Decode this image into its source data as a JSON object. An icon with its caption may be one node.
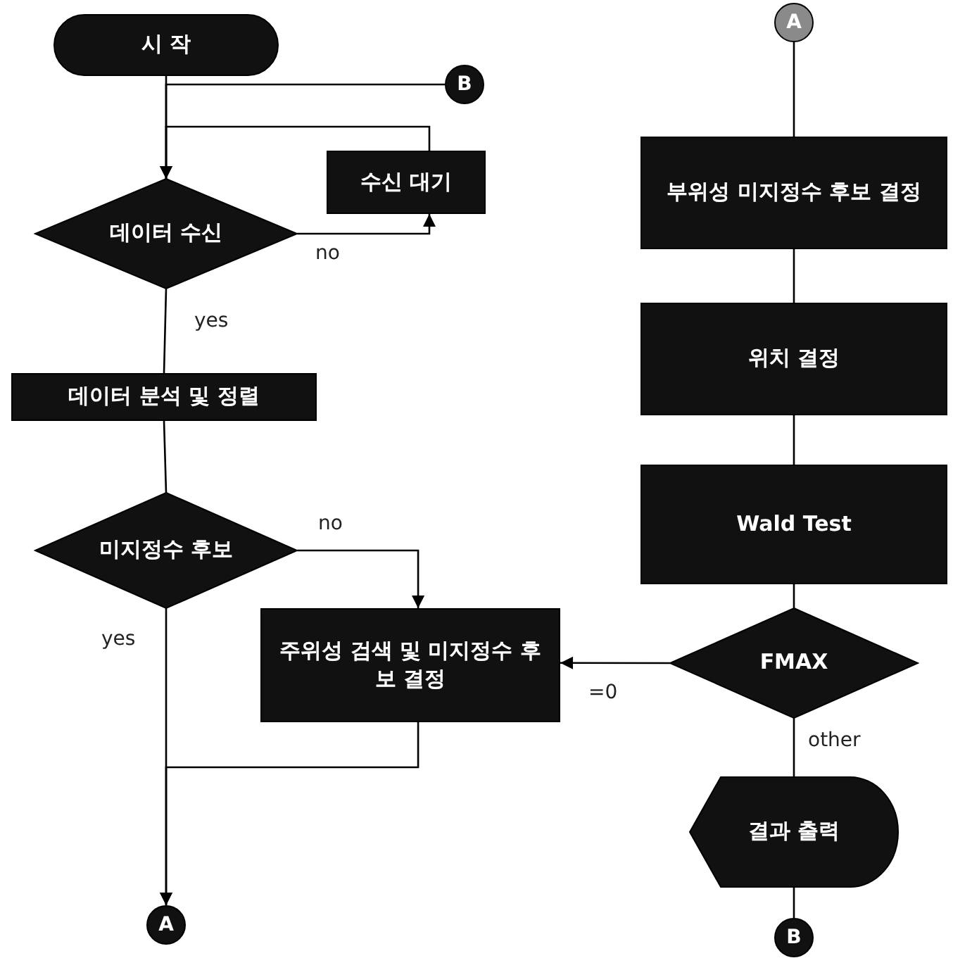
{
  "diagram": {
    "nodes": [
      {
        "text": [
          "시 작"
        ]
      },
      {
        "text": [
          "B"
        ]
      },
      {
        "text": [
          "수신 대기"
        ]
      },
      {
        "text": [
          "데이터 수신"
        ]
      },
      {
        "text": [
          "데이터 분석 및 정렬"
        ]
      },
      {
        "text": [
          "미지정수 후보"
        ]
      },
      {
        "text": [
          "주위성 검색 및 미지정수 후보 결정"
        ]
      },
      {
        "text": [
          "A"
        ]
      },
      {
        "text": [
          "A"
        ]
      },
      {
        "text": [
          "부위성 미지정수 후보 결정"
        ]
      },
      {
        "text": [
          "위치 결정"
        ]
      },
      {
        "text": [
          "Wald Test"
        ]
      },
      {
        "text": [
          "FMAX"
        ]
      },
      {
        "text": [
          "결과 출력"
        ]
      },
      {
        "text": [
          "B"
        ]
      }
    ],
    "edges": [
      {
        "from": 0,
        "to": 3,
        "arrow": "none"
      },
      {
        "from": 1,
        "to": 3,
        "arrow": "to"
      },
      {
        "from": 3,
        "to": 2,
        "arrow": "to",
        "label": "no"
      },
      {
        "from": 2,
        "to": 3,
        "arrow": "to"
      },
      {
        "from": 3,
        "to": 4,
        "arrow": "none",
        "label": "yes"
      },
      {
        "from": 4,
        "to": 5,
        "arrow": "none"
      },
      {
        "from": 5,
        "to": 6,
        "arrow": "to",
        "label": "no"
      },
      {
        "from": 5,
        "to": 7,
        "arrow": "to",
        "label": "yes"
      },
      {
        "from": 6,
        "to": 7,
        "arrow": "to"
      },
      {
        "from": 8,
        "to": 9,
        "arrow": "none"
      },
      {
        "from": 9,
        "to": 10,
        "arrow": "none"
      },
      {
        "from": 10,
        "to": 11,
        "arrow": "none"
      },
      {
        "from": 11,
        "to": 12,
        "arrow": "none"
      },
      {
        "from": 12,
        "to": 6,
        "arrow": "to",
        "label": "=0"
      },
      {
        "from": 12,
        "to": 13,
        "arrow": "none",
        "label": "other"
      },
      {
        "from": 13,
        "to": 14,
        "arrow": "none"
      }
    ]
  }
}
